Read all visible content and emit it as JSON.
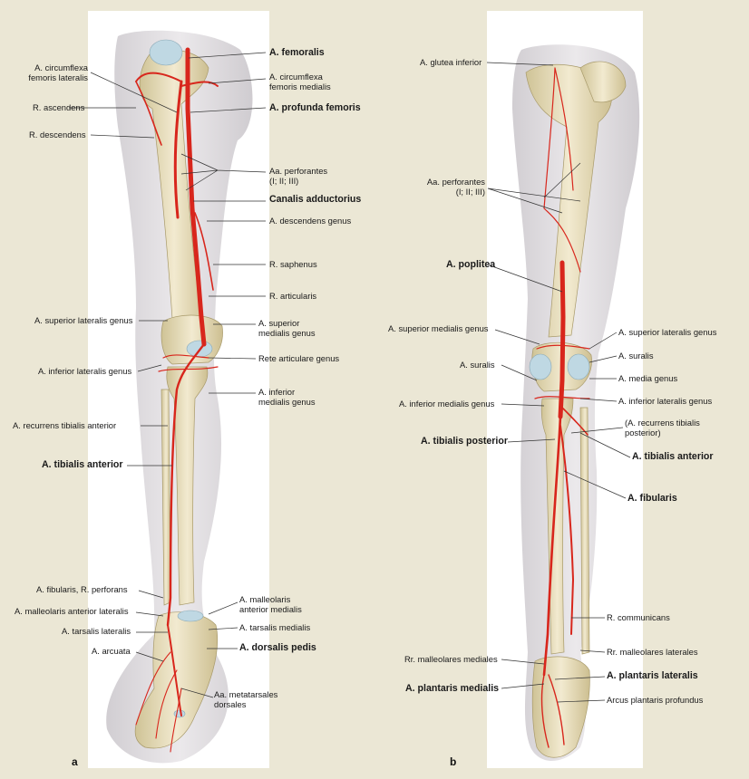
{
  "panel_a": {
    "letter": "a",
    "labels": {
      "femoralis": "A. femoralis",
      "circ_lat": [
        "A. circumflexa",
        "femoris lateralis"
      ],
      "circ_med": [
        "A. circumflexa",
        "femoris medialis"
      ],
      "ascendens": "R. ascendens",
      "profunda": "A. profunda femoris",
      "descendens": "R. descendens",
      "perforantes": [
        "Aa. perforantes",
        "(I; II; III)"
      ],
      "canalis": "Canalis adductorius",
      "desc_genus": "A. descendens genus",
      "saphenus": "R. saphenus",
      "articularis": "R. articularis",
      "sup_lat_genus": "A. superior lateralis genus",
      "sup_med_genus": [
        "A. superior",
        "medialis genus"
      ],
      "rete": "Rete articulare genus",
      "inf_lat_genus": "A. inferior lateralis genus",
      "inf_med_genus": [
        "A. inferior",
        "medialis genus"
      ],
      "recurrens": "A. recurrens tibialis anterior",
      "tib_ant": "A. tibialis anterior",
      "fib_perf": "A. fibularis, R. perforans",
      "mall_med": [
        "A. malleolaris",
        "anterior medialis"
      ],
      "mall_lat": "A. malleolaris anterior lateralis",
      "tars_med": "A. tarsalis medialis",
      "tars_lat": "A. tarsalis lateralis",
      "dorsalis": "A. dorsalis pedis",
      "arcuata": "A. arcuata",
      "metatars": [
        "Aa. metatarsales",
        "dorsales"
      ]
    }
  },
  "panel_b": {
    "letter": "b",
    "labels": {
      "glutea": "A. glutea inferior",
      "perforantes": [
        "Aa. perforantes",
        "(I; II; III)"
      ],
      "poplitea": "A. poplitea",
      "sup_med_genus": "A. superior medialis genus",
      "sup_lat_genus": "A. superior lateralis genus",
      "suralis_r": "A. suralis",
      "suralis_l": "A. suralis",
      "media_genus": "A. media genus",
      "inf_lat_genus": "A. inferior lateralis genus",
      "inf_med_genus": "A. inferior medialis genus",
      "recurrens_post": [
        "(A. recurrens tibialis",
        "posterior)"
      ],
      "tib_post": "A. tibialis posterior",
      "tib_ant": "A. tibialis anterior",
      "fibularis": "A. fibularis",
      "communicans": "R. communicans",
      "mall_med": "Rr. malleolares mediales",
      "mall_lat": "Rr. malleolares laterales",
      "plantaris_lat": "A. plantaris lateralis",
      "plantaris_med": "A. plantaris medialis",
      "arcus": "Arcus plantaris profundus"
    }
  },
  "colors": {
    "background": "#ebe7d5",
    "panel": "#ffffff",
    "artery": "#d8261c",
    "bone": "#e9dfb6",
    "skin": "#dcd8dc",
    "cartilage": "#b8d3df"
  }
}
